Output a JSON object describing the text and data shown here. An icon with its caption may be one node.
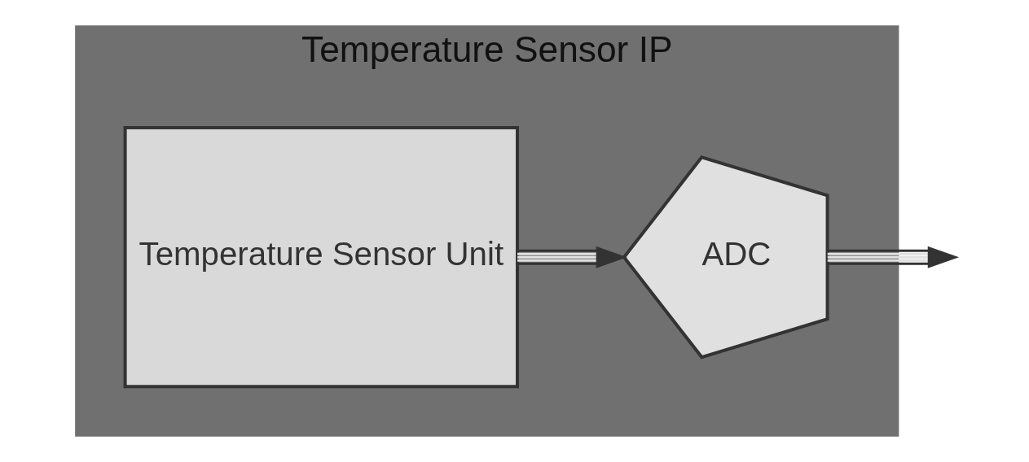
{
  "diagram": {
    "nodes": [
      {
        "text": [
          "Temperature Sensor IP"
        ]
      },
      {
        "text": [
          "Temperature Sensor Unit"
        ],
        "in": 0
      },
      {
        "text": [
          "ADC"
        ],
        "in": 0
      }
    ],
    "edges": [
      {
        "from": 1,
        "to": 2,
        "arrow": "to"
      },
      {
        "from": 2,
        "to": null,
        "arrow": "to"
      }
    ]
  }
}
